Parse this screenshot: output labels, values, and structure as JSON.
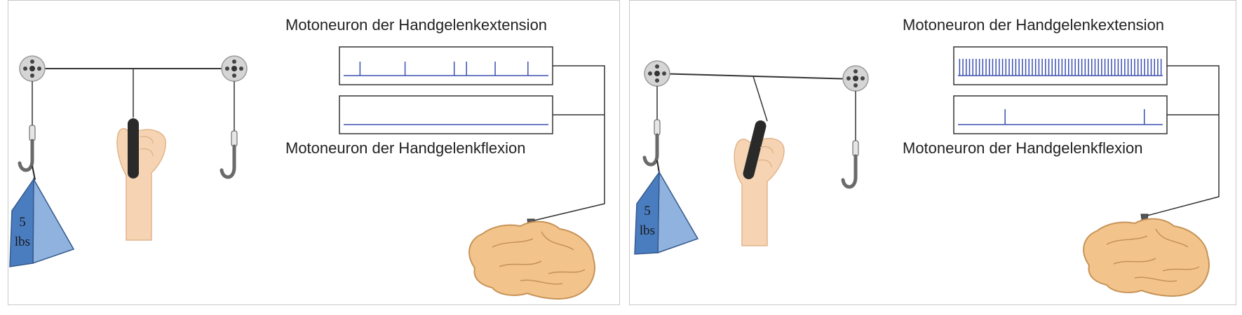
{
  "panels": [
    {
      "id": "left",
      "extension_label": "Motoneuron der Handgelenkextension",
      "flexion_label": "Motoneuron der Handgelenkflexion",
      "weight_number": "5",
      "weight_unit": "lbs",
      "extension_spikes": [
        0.08,
        0.3,
        0.54,
        0.6,
        0.74,
        0.9
      ],
      "flexion_spikes": []
    },
    {
      "id": "right",
      "extension_label": "Motoneuron der Handgelenkextension",
      "flexion_label": "Motoneuron der Handgelenkflexion",
      "weight_number": "5",
      "weight_unit": "lbs",
      "extension_spike_count": 62,
      "flexion_spikes": [
        0.23,
        0.91
      ]
    }
  ],
  "colors": {
    "trace": "#3a4fb0",
    "weight_front": "#4a7cc0",
    "weight_side": "#8fb2df",
    "hand_skin": "#f6d4b3",
    "handle": "#2a2a2a",
    "brain": "#f2c48c",
    "brain_line": "#c79358",
    "cable": "#333333"
  }
}
